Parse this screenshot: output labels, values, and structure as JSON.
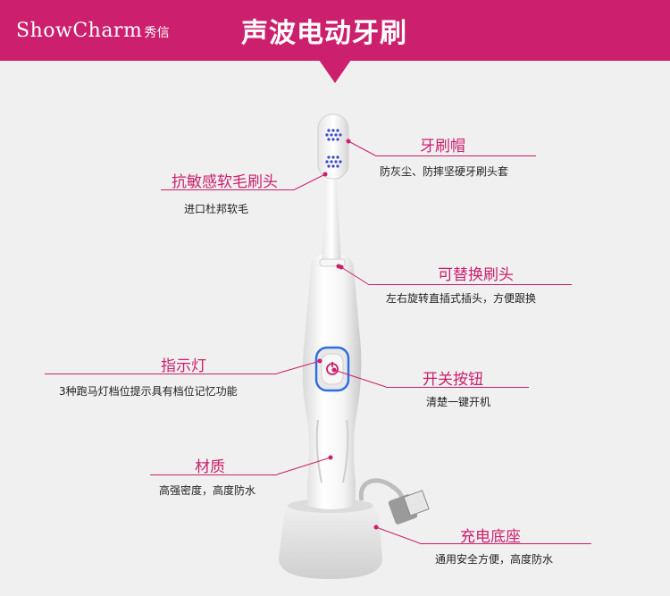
{
  "header": {
    "brand": "ShowCharm",
    "brand_sub": "秀信",
    "title": "声波电动牙刷"
  },
  "callouts": {
    "cap": {
      "label": "牙刷帽",
      "desc": "防灰尘、防摔坚硬牙刷头套"
    },
    "bristles": {
      "label": "抗敏感软毛刷头",
      "desc": "进口杜邦软毛"
    },
    "head": {
      "label": "可替换刷头",
      "desc": "左右旋转直插式插头，方便跟换"
    },
    "light": {
      "label": "指示灯",
      "desc": "3种跑马灯档位提示具有档位记忆功能"
    },
    "button": {
      "label": "开关按钮",
      "desc": "清楚一键开机"
    },
    "material": {
      "label": "材质",
      "desc": "高强密度，高度防水"
    },
    "base": {
      "label": "充电底座",
      "desc": "通用安全方便，高度防水"
    }
  },
  "colors": {
    "accent": "#cc1f6d",
    "indicator": "#2d6fe0",
    "bristle": "#3b46c8"
  }
}
